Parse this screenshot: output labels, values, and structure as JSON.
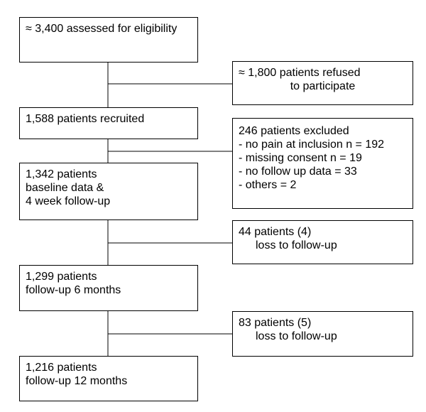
{
  "main_boxes": [
    {
      "lines": [
        "≈ 3,400 assessed for eligibility"
      ]
    },
    {
      "lines": [
        "1,588 patients recruited"
      ]
    },
    {
      "lines": [
        "1,342 patients",
        "baseline data &",
        "4 week follow-up"
      ]
    },
    {
      "lines": [
        "1,299 patients",
        "follow-up 6 months"
      ]
    },
    {
      "lines": [
        "1,216 patients",
        "follow-up 12 months"
      ]
    }
  ],
  "side_boxes": [
    {
      "lines": [
        "≈ 1,800 patients refused",
        "to participate"
      ]
    },
    {
      "lines": [
        "246 patients excluded",
        "- no pain at inclusion n = 192",
        "- missing consent n = 19",
        "- no follow up data = 33",
        "- others = 2"
      ]
    },
    {
      "lines": [
        "44 patients (4)",
        "loss to follow-up"
      ]
    },
    {
      "lines": [
        "83 patients (5)",
        "loss to follow-up"
      ]
    }
  ]
}
